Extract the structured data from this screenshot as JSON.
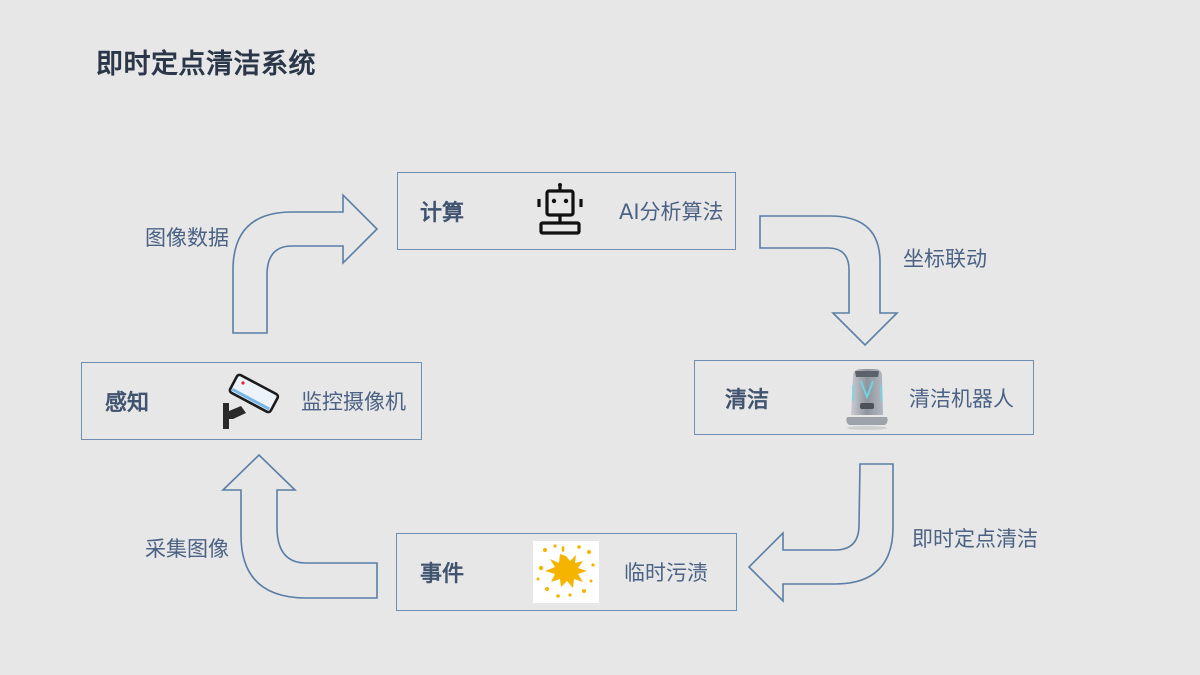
{
  "title": "即时定点清洁系统",
  "colors": {
    "background": "#e7e7e7",
    "title": "#2b3748",
    "node_border": "#6f8fb2",
    "text": "#4b6285",
    "arrow_stroke": "#5a7fa6",
    "stain": "#f4b400"
  },
  "nodes": {
    "compute": {
      "head": "计算",
      "icon": "robot-icon",
      "desc": "AI分析算法"
    },
    "perceive": {
      "head": "感知",
      "icon": "security-camera-icon",
      "desc": "监控摄像机"
    },
    "clean": {
      "head": "清洁",
      "icon": "cleaning-robot-icon",
      "desc": "清洁机器人"
    },
    "event": {
      "head": "事件",
      "icon": "stain-splash-icon",
      "desc": "临时污渍"
    }
  },
  "flows": {
    "perceive_to_compute": "图像数据",
    "compute_to_clean": "坐标联动",
    "clean_to_event": "即时定点清洁",
    "event_to_perceive": "采集图像"
  }
}
